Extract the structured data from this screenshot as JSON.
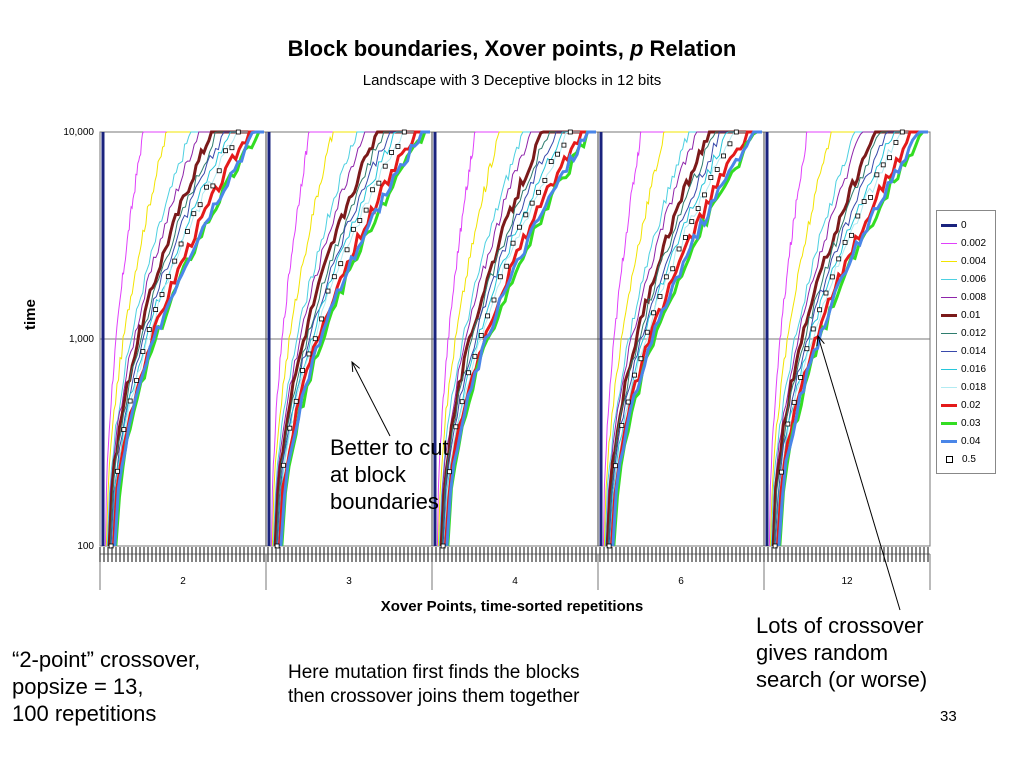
{
  "chart_data": {
    "type": "line",
    "title": "Block boundaries, Xover points, p  Relation",
    "title_prefix": "Block boundaries, Xover points, ",
    "title_italic": "p",
    "title_suffix": " Relation",
    "subtitle": "Landscape with 3 Deceptive blocks in 12 bits",
    "xlabel": "Xover Points, time-sorted repetitions",
    "ylabel": "time",
    "yscale": "log",
    "ylim": [
      100,
      10000
    ],
    "yticks": [
      "100",
      "1,000",
      "10,000"
    ],
    "grid": true,
    "legend_position": "right",
    "groups": [
      "2",
      "3",
      "4",
      "6",
      "12"
    ],
    "series": [
      {
        "name": "0",
        "color": "#1a237e",
        "width": 3,
        "shape": [
          0.0,
          0.0
        ]
      },
      {
        "name": "0.002",
        "color": "#e040fb",
        "width": 1,
        "shape": [
          0.06,
          0.25
        ]
      },
      {
        "name": "0.004",
        "color": "#f2e400",
        "width": 1,
        "shape": [
          0.1,
          0.4
        ]
      },
      {
        "name": "0.006",
        "color": "#4dd0e1",
        "width": 1,
        "shape": [
          0.14,
          0.55
        ]
      },
      {
        "name": "0.008",
        "color": "#8e24aa",
        "width": 1,
        "shape": [
          0.18,
          0.6
        ]
      },
      {
        "name": "0.01",
        "color": "#7b1a1a",
        "width": 3,
        "shape": [
          0.22,
          0.68
        ]
      },
      {
        "name": "0.012",
        "color": "#2e7d6e",
        "width": 1,
        "shape": [
          0.26,
          0.72
        ]
      },
      {
        "name": "0.014",
        "color": "#3949ab",
        "width": 1,
        "shape": [
          0.3,
          0.76
        ]
      },
      {
        "name": "0.016",
        "color": "#26c6da",
        "width": 1,
        "shape": [
          0.34,
          0.8
        ]
      },
      {
        "name": "0.018",
        "color": "#b2ebf2",
        "width": 1,
        "shape": [
          0.36,
          0.84
        ]
      },
      {
        "name": "0.02",
        "color": "#e41a1a",
        "width": 3,
        "shape": [
          0.4,
          0.92
        ]
      },
      {
        "name": "0.03",
        "color": "#33dd22",
        "width": 3,
        "shape": [
          0.5,
          0.98
        ]
      },
      {
        "name": "0.04",
        "color": "#4a86e8",
        "width": 3,
        "shape": [
          0.46,
          0.96
        ]
      },
      {
        "name": "0.5",
        "color": "#000000",
        "width": 0,
        "marker": "square",
        "shape": [
          0.3,
          0.85
        ]
      }
    ]
  },
  "annotations": {
    "better": [
      "Better to cut",
      "at block",
      "boundaries"
    ],
    "lots": [
      "Lots of crossover",
      "gives random",
      "search (or worse)"
    ],
    "left_note": [
      "“2-point” crossover,",
      "popsize = 13,",
      "100 repetitions"
    ],
    "middle_note": [
      "Here mutation first finds the blocks",
      "then crossover joins them together"
    ],
    "page_number": "33"
  }
}
